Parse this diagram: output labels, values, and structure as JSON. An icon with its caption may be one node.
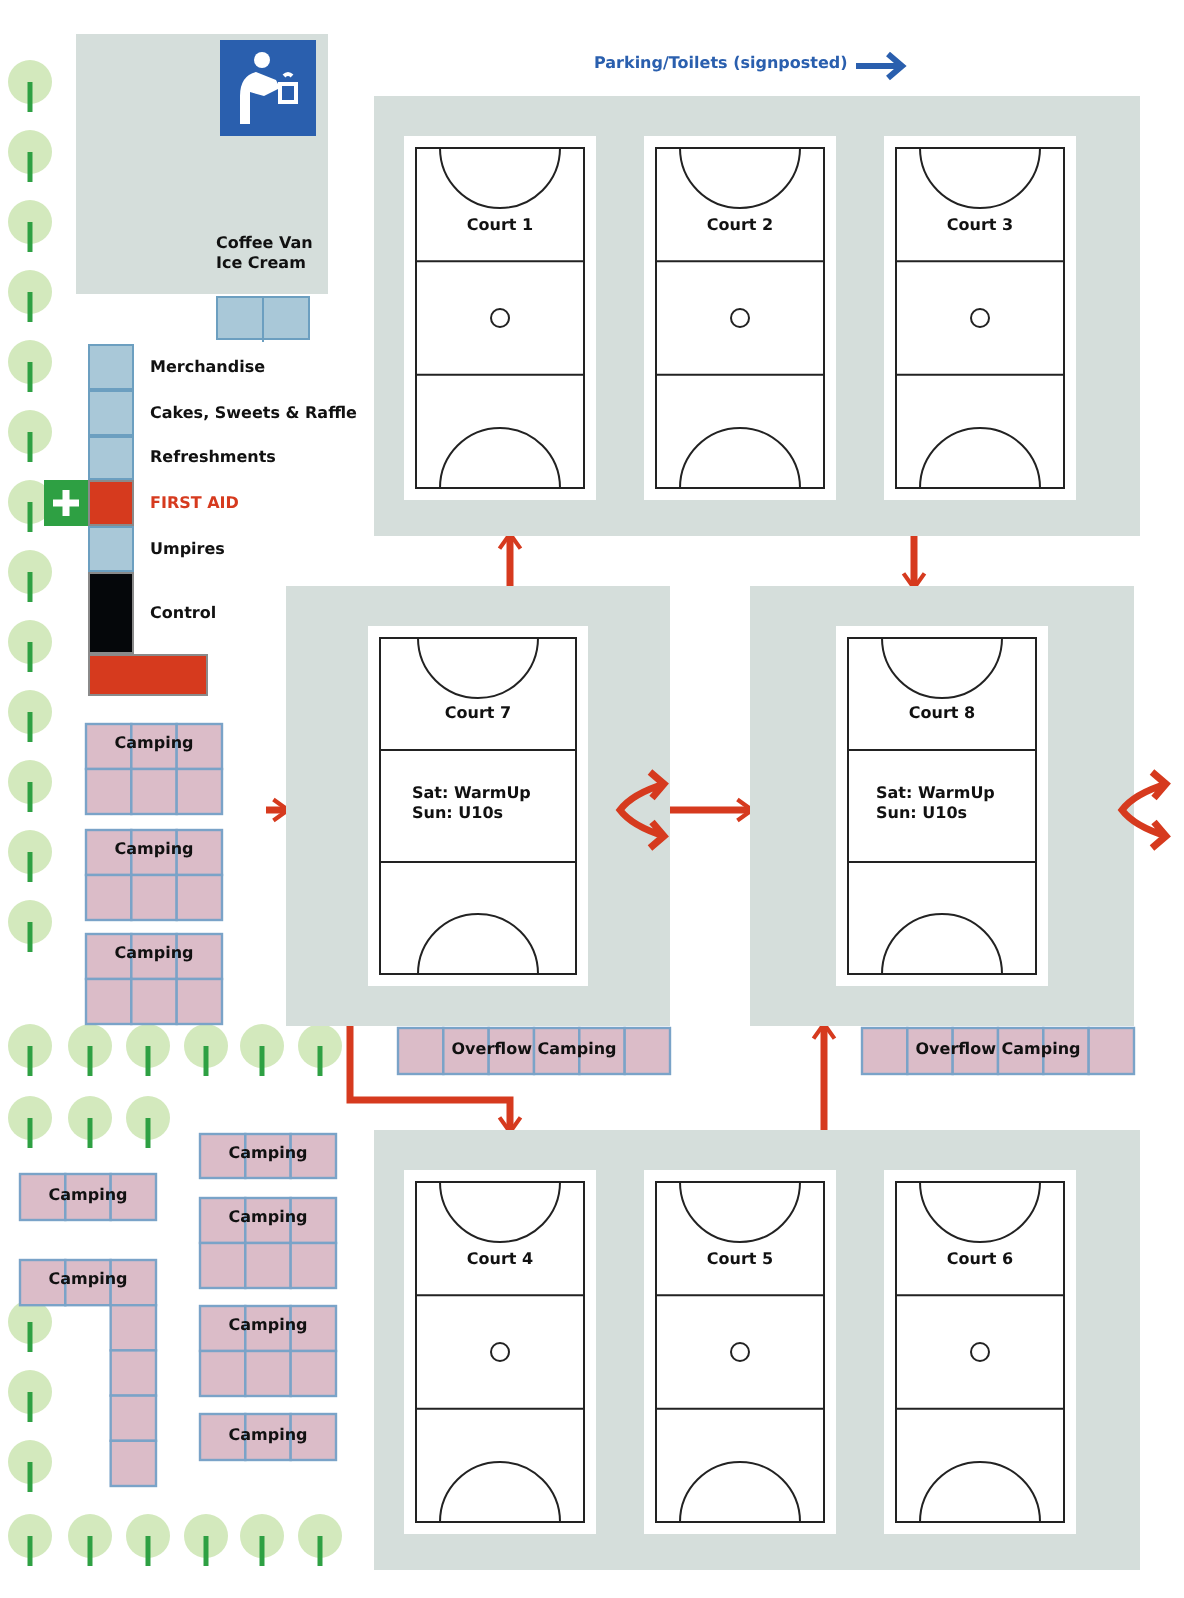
{
  "diagram": {
    "nodes": [
      {
        "text": [
          "Coffee Van Ice Cream"
        ]
      },
      {
        "text": [],
        "shape": "box"
      },
      {
        "text": [],
        "shape": "box",
        "beside": [
          "Merchandise"
        ]
      },
      {
        "text": [],
        "shape": "box",
        "beside": [
          "Cakes, Sweets & Raffle"
        ]
      },
      {
        "text": [],
        "shape": "box",
        "beside": [
          "Refreshments"
        ]
      },
      {
        "text": [],
        "shape": "box",
        "beside": [
          "FIRST AID"
        ]
      },
      {
        "text": [],
        "shape": "box",
        "beside": [
          "Umpires"
        ]
      },
      {
        "text": [],
        "shape": "box",
        "beside": [
          "Control"
        ]
      },
      {
        "text": [],
        "shape": "box"
      },
      {
        "text": [
          "Camping"
        ]
      },
      {
        "text": [
          "Camping"
        ]
      },
      {
        "text": [
          "Camping"
        ]
      },
      {
        "text": [],
        "shape": "box"
      },
      {
        "text": [
          "Court 1"
        ],
        "in": 12
      },
      {
        "text": [
          "Court 2"
        ],
        "in": 12
      },
      {
        "text": [
          "Court 3"
        ],
        "in": 12
      },
      {
        "text": [],
        "shape": "box"
      },
      {
        "text": [
          "Court 7",
          "Sat: WarmUp Sun: U10s"
        ],
        "in": 16
      },
      {
        "text": [],
        "shape": "box"
      },
      {
        "text": [
          "Court 8",
          "Sat: WarmUp Sun: U10s"
        ],
        "in": 18
      },
      {
        "text": [
          "Overflow Camping"
        ]
      },
      {
        "text": [
          "Overflow Camping"
        ]
      },
      {
        "text": [],
        "shape": "box"
      },
      {
        "text": [
          "Court 4"
        ],
        "in": 22
      },
      {
        "text": [
          "Court 5"
        ],
        "in": 22
      },
      {
        "text": [
          "Court 6"
        ],
        "in": 22
      },
      {
        "text": [
          "Camping"
        ]
      },
      {
        "text": [
          "Camping"
        ]
      },
      {
        "text": [
          "Camping"
        ]
      },
      {
        "text": [
          "Camping"
        ]
      },
      {
        "text": [
          "Camping"
        ]
      },
      {
        "text": [
          "Camping"
        ]
      }
    ],
    "edges": [
      {
        "from": null,
        "to": 16,
        "arrow": "to"
      },
      {
        "from": 16,
        "to": 12,
        "arrow": "to"
      },
      {
        "from": 12,
        "to": 18,
        "arrow": "to"
      },
      {
        "from": 16,
        "to": 18,
        "arrow": "to"
      },
      {
        "from": 16,
        "to": 22,
        "arrow": "to"
      },
      {
        "from": 22,
        "to": 18,
        "arrow": "to"
      }
    ],
    "labels": [
      "Parking/Toilets (signposted)"
    ]
  }
}
